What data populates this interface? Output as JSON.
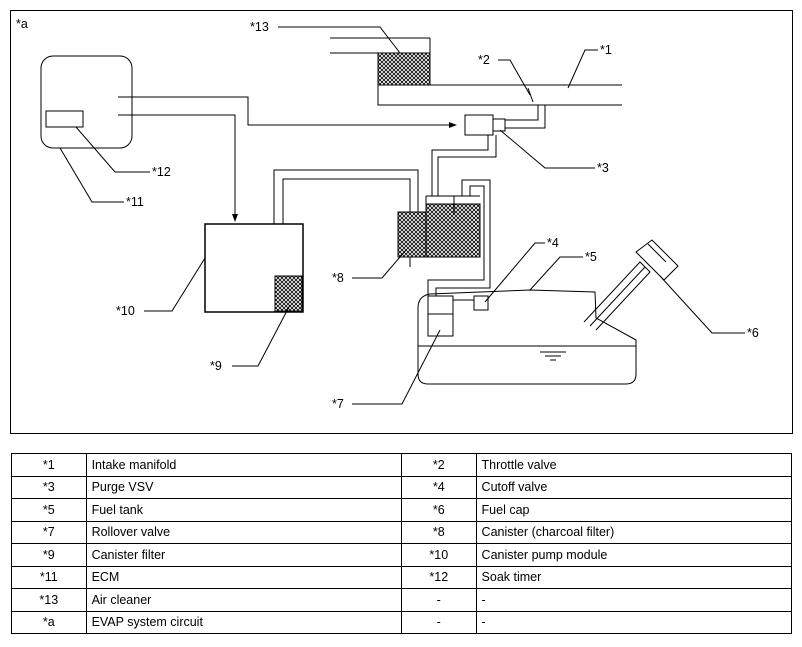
{
  "figure_label": "*a",
  "callouts": {
    "c1": "*1",
    "c2": "*2",
    "c3": "*3",
    "c4": "*4",
    "c5": "*5",
    "c6": "*6",
    "c7": "*7",
    "c8": "*8",
    "c9": "*9",
    "c10": "*10",
    "c11": "*11",
    "c12": "*12",
    "c13": "*13"
  },
  "legend": {
    "rows": [
      [
        {
          "code": "*1",
          "desc": "Intake manifold"
        },
        {
          "code": "*2",
          "desc": "Throttle valve"
        }
      ],
      [
        {
          "code": "*3",
          "desc": "Purge VSV"
        },
        {
          "code": "*4",
          "desc": "Cutoff valve"
        }
      ],
      [
        {
          "code": "*5",
          "desc": "Fuel tank"
        },
        {
          "code": "*6",
          "desc": "Fuel cap"
        }
      ],
      [
        {
          "code": "*7",
          "desc": "Rollover valve"
        },
        {
          "code": "*8",
          "desc": "Canister (charcoal filter)"
        }
      ],
      [
        {
          "code": "*9",
          "desc": "Canister filter"
        },
        {
          "code": "*10",
          "desc": "Canister pump module"
        }
      ],
      [
        {
          "code": "*11",
          "desc": "ECM"
        },
        {
          "code": "*12",
          "desc": "Soak timer"
        }
      ],
      [
        {
          "code": "*13",
          "desc": "Air cleaner"
        },
        {
          "code": "-",
          "desc": "-"
        }
      ],
      [
        {
          "code": "*a",
          "desc": "EVAP system circuit"
        },
        {
          "code": "-",
          "desc": "-"
        }
      ]
    ]
  }
}
